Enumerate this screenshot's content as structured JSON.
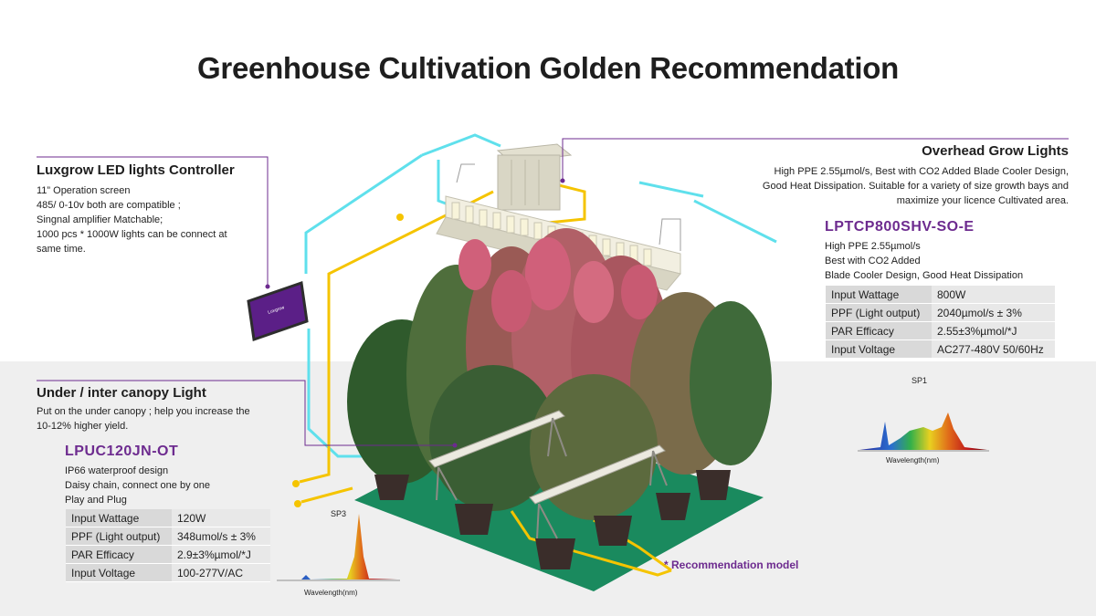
{
  "title": "Greenhouse Cultivation Golden Recommendation",
  "controller": {
    "heading": "Luxgrow LED lights Controller",
    "lines": [
      "11”  Operation screen",
      "485/ 0-10v both are compatible ;",
      "Singnal amplifier Matchable;",
      "1000 pcs * 1000W lights can be connect at",
      "same time."
    ],
    "device_brand": "Luxgrow"
  },
  "overhead": {
    "heading": "Overhead Grow Lights",
    "lines": [
      "High PPE 2.55µmol/s, Best with CO2 Added Blade Cooler Design,",
      "Good Heat Dissipation. Suitable for a variety of size growth bays and",
      "maximize your licence Cultivated area."
    ],
    "model": "LPTCP800SHV-SO-E",
    "features": [
      "High PPE 2.55µmol/s",
      "Best with CO2 Added",
      "Blade Cooler Design, Good Heat Dissipation"
    ],
    "specs": [
      {
        "k": "Input Wattage",
        "v": "800W"
      },
      {
        "k": "PPF (Light output)",
        "v": "2040µmol/s ± 3%"
      },
      {
        "k": "PAR Efficacy",
        "v": "2.55±3%µmol/*J"
      },
      {
        "k": "Input Voltage",
        "v": "AC277-480V 50/60Hz"
      }
    ],
    "spectrum_title": "SP1",
    "spectrum_xlabel": "Wavelength(nm)"
  },
  "under": {
    "heading": "Under / inter canopy Light",
    "lines": [
      "Put on the under canopy ; help you increase the",
      "10-12% higher yield."
    ],
    "model": "LPUC120JN-OT",
    "features": [
      "IP66 waterproof design",
      "Daisy chain, connect one by one",
      "Play and Plug"
    ],
    "specs": [
      {
        "k": "Input Wattage",
        "v": "120W"
      },
      {
        "k": "PPF (Light output)",
        "v": "348umol/s ± 3%"
      },
      {
        "k": "PAR Efficacy",
        "v": "2.9±3%µmol/*J"
      },
      {
        "k": "Input Voltage",
        "v": "100-277V/AC"
      }
    ],
    "spectrum_title": "SP3",
    "spectrum_xlabel": "Wavelength(nm)"
  },
  "recommendation_note": "* Recommendation model",
  "colors": {
    "accent_purple": "#6d2b8f",
    "cable_cyan": "#5fe0ec",
    "cable_yellow": "#f5c400",
    "floor_green": "#1a8a5e"
  }
}
